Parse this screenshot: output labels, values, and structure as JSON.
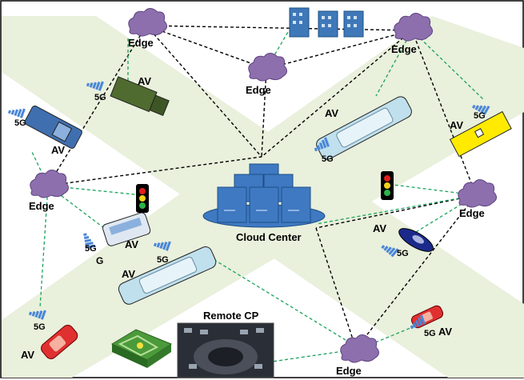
{
  "labels": {
    "edge": "Edge",
    "av": "AV",
    "fiveg": "5G",
    "g": "G",
    "cloud_center": "Cloud Center",
    "remote_cp": "Remote CP"
  },
  "colors": {
    "road": "#e9f0dc",
    "frame": "#000000",
    "cloud": "#8e6fae",
    "cloud_dark": "#5e4480",
    "server": "#3f79c2",
    "server_light": "#8db3e2",
    "link_black": "#000000",
    "link_green": "#1aa35c",
    "av_truck": "#4f6b2f",
    "av_pickup": "#3f6faf",
    "av_limo": "#bfe0ec",
    "av_bus_yellow": "#ffea00",
    "av_red": "#e03030",
    "av_blue_car": "#1b2a8a",
    "signal_bars": "#4a86d8",
    "building": "#3f78b8",
    "traffic_light_red": "#e0201c",
    "traffic_light_yellow": "#f2d21b",
    "traffic_light_green": "#2fb34a"
  },
  "icons": [
    "cloud-icon",
    "server-icon",
    "building-icon",
    "traffic-light-icon",
    "car-icon",
    "truck-icon",
    "bus-icon",
    "signal-bars-icon",
    "map-icon",
    "garage-photo"
  ]
}
